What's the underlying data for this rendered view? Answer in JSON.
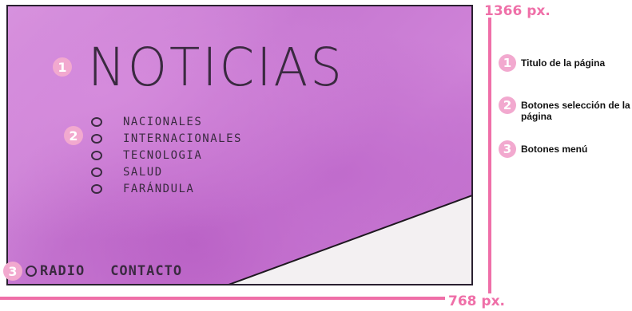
{
  "sketch": {
    "title": "NOTICIAS",
    "badges": [
      "1",
      "2",
      "3"
    ],
    "nav_items": [
      "NACIONALES",
      "INTERNACIONALES",
      "TECNOLOGIA",
      "SALUD",
      "FARÁNDULA"
    ],
    "footer": {
      "radio_label": "RADIO",
      "contact_label": "CONTACTO"
    }
  },
  "dimensions": {
    "height": "1366 px.",
    "width": "768 px."
  },
  "legend": [
    {
      "num": "1",
      "text": "Titulo de la página"
    },
    {
      "num": "2",
      "text": "Botones selección de la página"
    },
    {
      "num": "3",
      "text": "Botones menú"
    }
  ],
  "colors": {
    "accent": "#ef6fa8",
    "watercolor": "#c677d1",
    "ink": "#3a2a40",
    "badge": "#f2a9cf"
  }
}
